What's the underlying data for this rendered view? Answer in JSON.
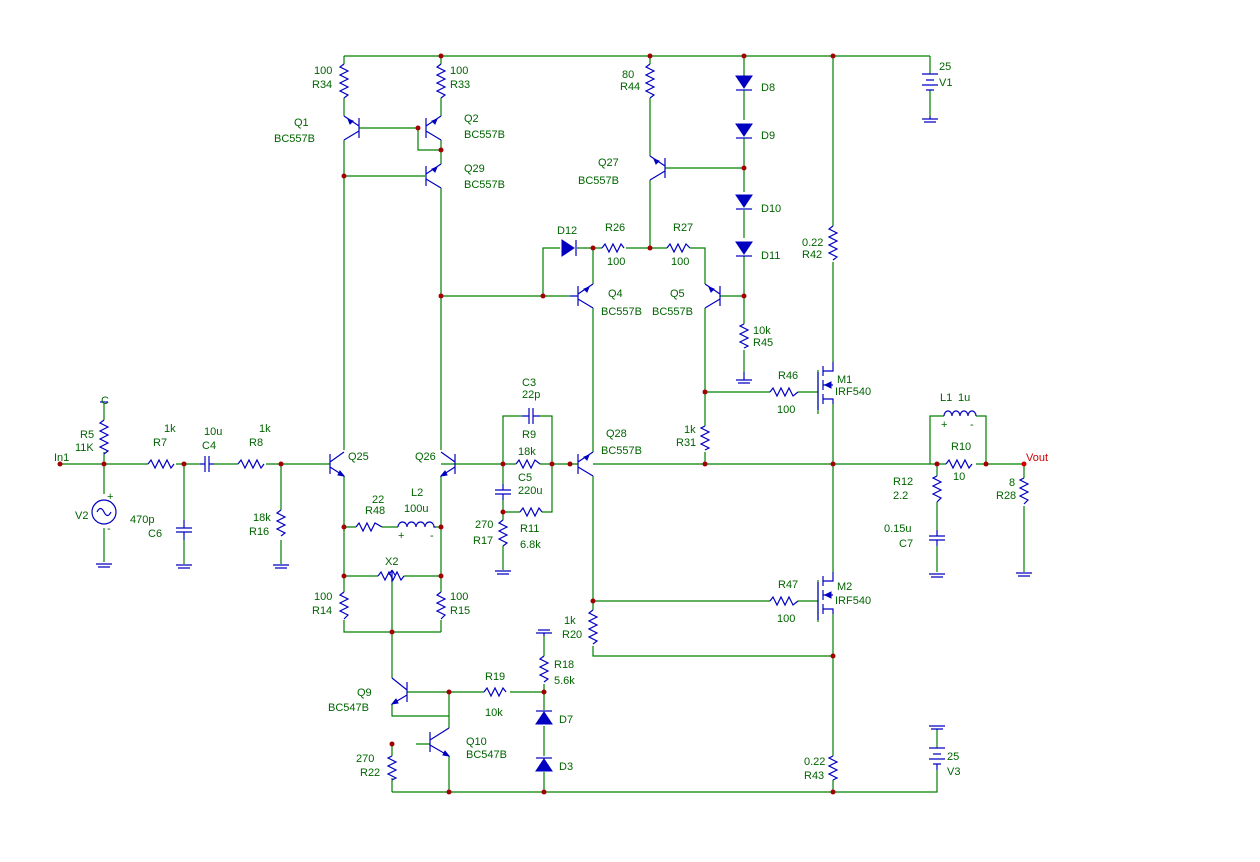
{
  "labels": {
    "r34_val": "100",
    "r34": "R34",
    "r33_val": "100",
    "r33": "R33",
    "q1": "Q1",
    "q1_type": "BC557B",
    "q2": "Q2",
    "q2_type": "BC557B",
    "q29": "Q29",
    "q29_type": "BC557B",
    "r44_val": "80",
    "r44": "R44",
    "q27": "Q27",
    "q27_type": "BC557B",
    "d8": "D8",
    "d9": "D9",
    "d10": "D10",
    "d11": "D11",
    "d12": "D12",
    "r26": "R26",
    "r26_val": "100",
    "r27": "R27",
    "r27_val": "100",
    "q4": "Q4",
    "q4_type": "BC557B",
    "q5": "Q5",
    "q5_type": "BC557B",
    "r45_val": "10k",
    "r45": "R45",
    "v1_val": "25",
    "v1": "V1",
    "r42_val": "0.22",
    "r42": "R42",
    "m1": "M1",
    "m1_type": "IRF540",
    "r46": "R46",
    "r46_val": "100",
    "r31_val": "1k",
    "r31": "R31",
    "c3": "C3",
    "c3_val": "22p",
    "r9": "R9",
    "r9_val": "18k",
    "c5": "C5",
    "c5_val": "220u",
    "q28": "Q28",
    "q28_type": "BC557B",
    "r11": "R11",
    "r11_val": "6.8k",
    "r17_val": "270",
    "r17": "R17",
    "c": "C",
    "r5": "R5",
    "r5_val": "11K",
    "in1": "In1",
    "r7_val": "1k",
    "r7": "R7",
    "c4_val": "10u",
    "c4": "C4",
    "r8_val": "1k",
    "r8": "R8",
    "q25": "Q25",
    "q26": "Q26",
    "v2": "V2",
    "c6_val": "470p",
    "c6": "C6",
    "r16_val": "18k",
    "r16": "R16",
    "r48_val": "22",
    "r48": "R48",
    "l2": "L2",
    "l2_val": "100u",
    "x2": "X2",
    "r14_val": "100",
    "r14": "R14",
    "r15_val": "100",
    "r15": "R15",
    "l1": "L1",
    "l1_val": "1u",
    "r10": "R10",
    "r10_val": "10",
    "vout": "Vout",
    "r12": "R12",
    "r12_val": "2.2",
    "r28_val": "8",
    "r28": "R28",
    "c7_val": "0.15u",
    "c7": "C7",
    "m2": "M2",
    "m2_type": "IRF540",
    "r47": "R47",
    "r47_val": "100",
    "r20_val": "1k",
    "r20": "R20",
    "r18": "R18",
    "r18_val": "5.6k",
    "r19": "R19",
    "r19_val": "10k",
    "q9": "Q9",
    "q9_type": "BC547B",
    "q10": "Q10",
    "q10_type": "BC547B",
    "d7": "D7",
    "d3": "D3",
    "r22_val": "270",
    "r22": "R22",
    "r43_val": "0.22",
    "r43": "R43",
    "v3_val": "25",
    "v3": "V3",
    "plus": "+",
    "minus": "-"
  },
  "colors": {
    "wire": "#008000",
    "component": "#0000c0",
    "junction": "#a00000",
    "label": "#006400",
    "net_label": "#d00000"
  }
}
